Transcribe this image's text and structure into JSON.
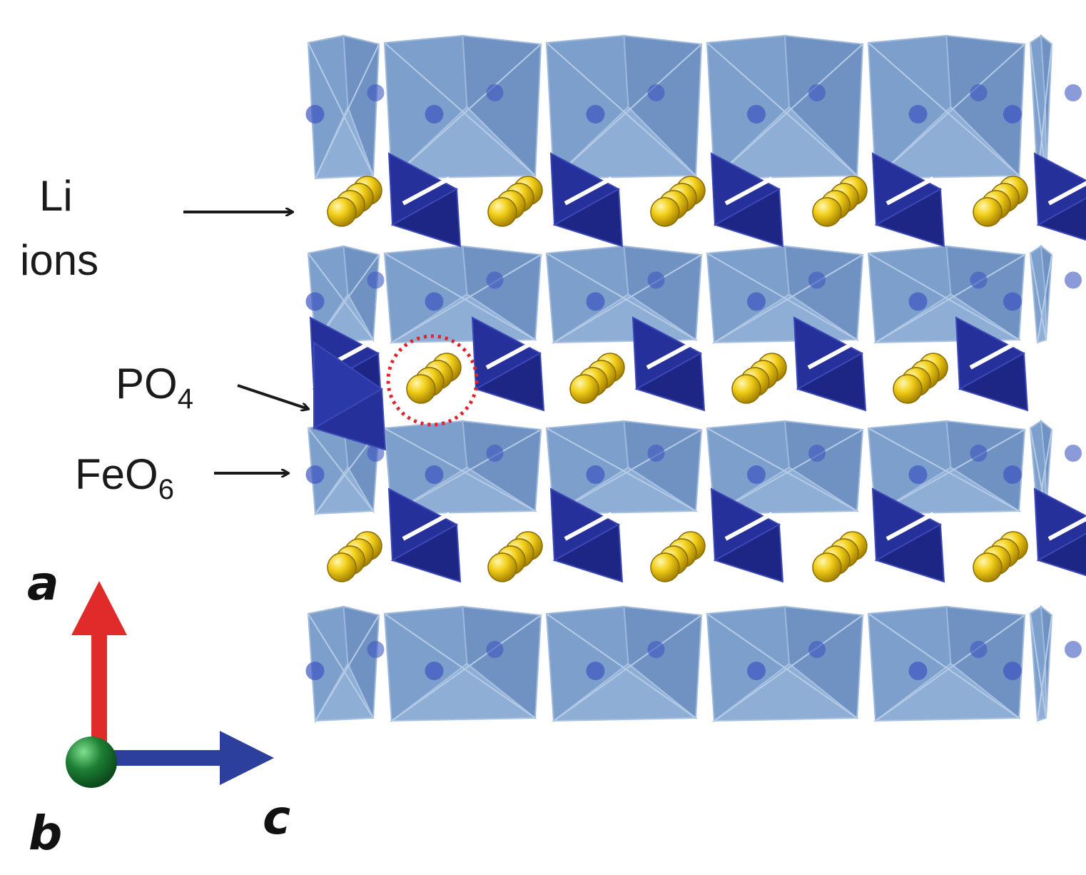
{
  "labels": {
    "li": "Li",
    "ions": "ions",
    "po": "PO",
    "po_sub": "4",
    "feo": "FeO",
    "feo_sub": "6"
  },
  "axes": {
    "a": "a",
    "b": "b",
    "c": "c"
  },
  "colors": {
    "feo6_octahedra": "#6f95c6",
    "po4_tetrahedra": "#25309a",
    "li_ions": "#f2cf1a",
    "highlight_circle": "#e0242b",
    "axis_a": "#e12b2b",
    "axis_c": "#2c3f9c",
    "axis_b": "#1d7f34"
  },
  "structure": {
    "name": "LiFePO4 olivine lattice",
    "columns": 5,
    "li_rows": 3
  }
}
